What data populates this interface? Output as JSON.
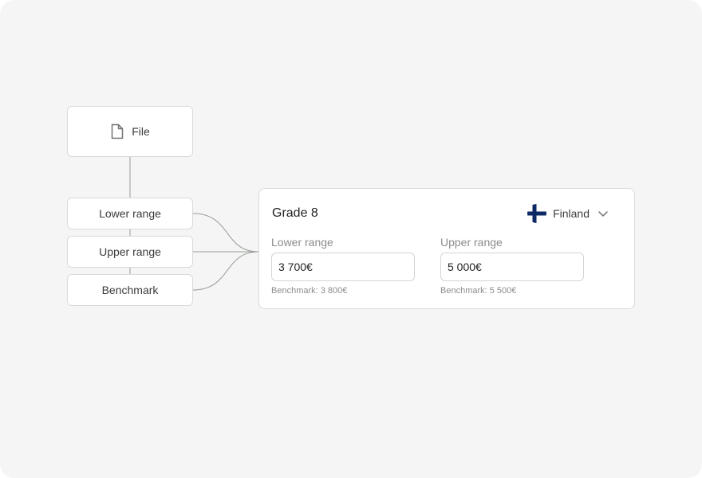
{
  "flow": {
    "source_node": {
      "label": "File",
      "icon": "document-icon"
    },
    "field_nodes": [
      {
        "label": "Lower range"
      },
      {
        "label": "Upper range"
      },
      {
        "label": "Benchmark"
      }
    ]
  },
  "card": {
    "title": "Grade 8",
    "country": {
      "name": "Finland",
      "flag_icon": "finland-flag-icon",
      "chevron_icon": "chevron-down-icon"
    },
    "lower": {
      "label": "Lower range",
      "value": "3 700€",
      "benchmark": "Benchmark: 3 800€"
    },
    "upper": {
      "label": "Upper range",
      "value": "5 000€",
      "benchmark": "Benchmark: 5 500€"
    }
  },
  "colors": {
    "background": "#f4f5f4",
    "node_border": "#d9dbd9",
    "connector": "#9a9d9a",
    "flag_blue": "#0d2a66"
  }
}
